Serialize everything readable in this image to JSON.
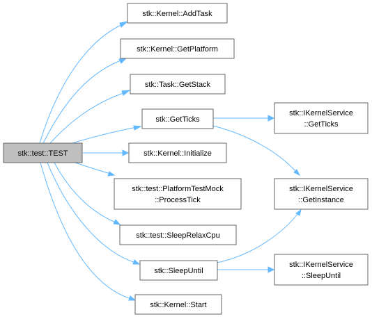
{
  "nodes": {
    "test": {
      "lines": [
        "stk::test::TEST"
      ]
    },
    "add_task": {
      "lines": [
        "stk::Kernel::AddTask"
      ]
    },
    "get_platform": {
      "lines": [
        "stk::Kernel::GetPlatform"
      ]
    },
    "get_stack": {
      "lines": [
        "stk::Task::GetStack"
      ]
    },
    "get_ticks": {
      "lines": [
        "stk::GetTicks"
      ]
    },
    "initialize": {
      "lines": [
        "stk::Kernel::Initialize"
      ]
    },
    "process_tick": {
      "lines": [
        "stk::test::PlatformTestMock",
        "::ProcessTick"
      ]
    },
    "sleep_relax_cpu": {
      "lines": [
        "stk::test::SleepRelaxCpu"
      ]
    },
    "sleep_until": {
      "lines": [
        "stk::SleepUntil"
      ]
    },
    "start": {
      "lines": [
        "stk::Kernel::Start"
      ]
    },
    "ikernel_get_ticks": {
      "lines": [
        "stk::IKernelService",
        "::GetTicks"
      ]
    },
    "ikernel_get_instance": {
      "lines": [
        "stk::IKernelService",
        "::GetInstance"
      ]
    },
    "ikernel_sleep_until": {
      "lines": [
        "stk::IKernelService",
        "::SleepUntil"
      ]
    }
  },
  "colors": {
    "edge": "#63b8ff",
    "root_fill": "#bfbfbf",
    "node_border": "#666666"
  }
}
